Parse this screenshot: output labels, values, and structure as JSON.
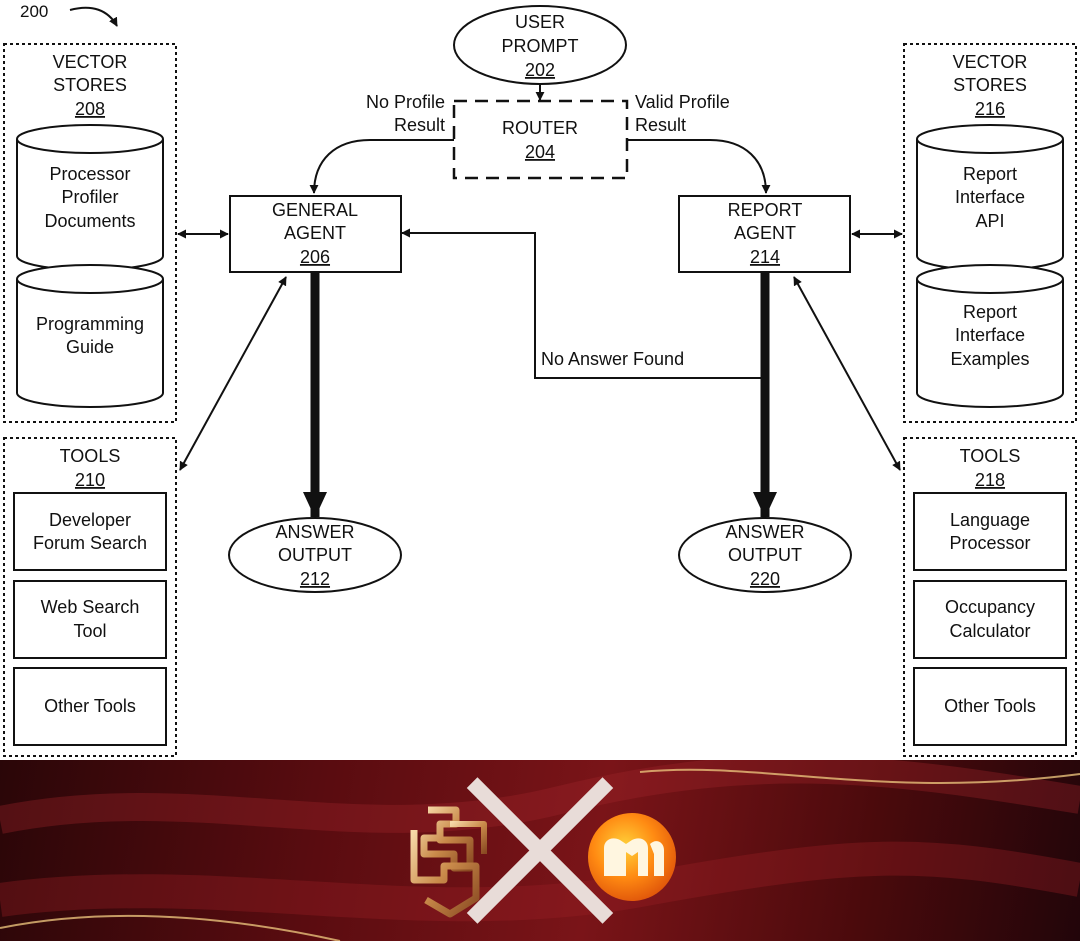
{
  "figure_number": "200",
  "user_prompt": {
    "line1": "USER",
    "line2": "PROMPT",
    "ref": "202"
  },
  "router": {
    "line1": "ROUTER",
    "ref": "204"
  },
  "no_profile": {
    "line1": "No Profile",
    "line2": "Result"
  },
  "valid_profile": {
    "line1": "Valid Profile",
    "line2": "Result"
  },
  "general_agent": {
    "line1": "GENERAL",
    "line2": "AGENT",
    "ref": "206"
  },
  "report_agent": {
    "line1": "REPORT",
    "line2": "AGENT",
    "ref": "214"
  },
  "no_answer": "No Answer Found",
  "left_vector_stores": {
    "line1": "VECTOR",
    "line2": "STORES",
    "ref": "208",
    "db1": [
      "Processor",
      "Profiler",
      "Documents"
    ],
    "db2": [
      "Programming",
      "Guide"
    ]
  },
  "right_vector_stores": {
    "line1": "VECTOR",
    "line2": "STORES",
    "ref": "216",
    "db1": [
      "Report",
      "Interface",
      "API"
    ],
    "db2": [
      "Report",
      "Interface",
      "Examples"
    ]
  },
  "left_tools": {
    "title": "TOOLS",
    "ref": "210",
    "tool1": [
      "Developer",
      "Forum Search"
    ],
    "tool2": [
      "Web Search",
      "Tool"
    ],
    "tool3": "Other Tools"
  },
  "right_tools": {
    "title": "TOOLS",
    "ref": "218",
    "tool1": [
      "Language",
      "Processor"
    ],
    "tool2": [
      "Occupancy",
      "Calculator"
    ],
    "tool3": "Other Tools"
  },
  "left_answer": {
    "line1": "ANSWER",
    "line2": "OUTPUT",
    "ref": "212"
  },
  "right_answer": {
    "line1": "ANSWER",
    "line2": "OUTPUT",
    "ref": "220"
  },
  "banner": {
    "separator": "×"
  }
}
